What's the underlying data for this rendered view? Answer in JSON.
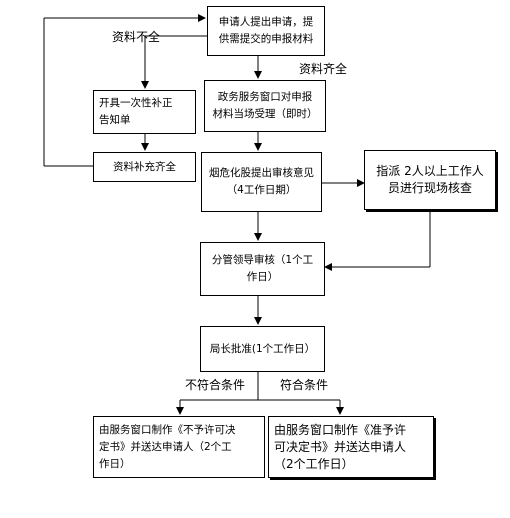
{
  "nodes": {
    "apply": "申请人提出申请，提\n供需提交的申报材料",
    "accept": "政务服务窗口对申报\n材料当场受理（即时）",
    "notice": "开具一次性补正\n告知单",
    "supplement": "资料补充齐全",
    "opinion": "烟危化股提出审核意见\n（4工作日期）",
    "inspect": "指派 2人以上工作人\n员进行现场核查",
    "review": "分管领导审核（1个工\n作日）",
    "approve": "局长批准(1个工作日）",
    "reject": "由服务窗口制作《不予许可决\n定书》并送达申请人（2个工\n作日）",
    "grant": "由服务窗口制作《准予许\n可决定书》并送达申请人\n（2个工作日）"
  },
  "labels": {
    "incomplete": "资料不全",
    "complete": "资料齐全",
    "not_qualified": "不符合条件",
    "qualified": "符合条件"
  }
}
